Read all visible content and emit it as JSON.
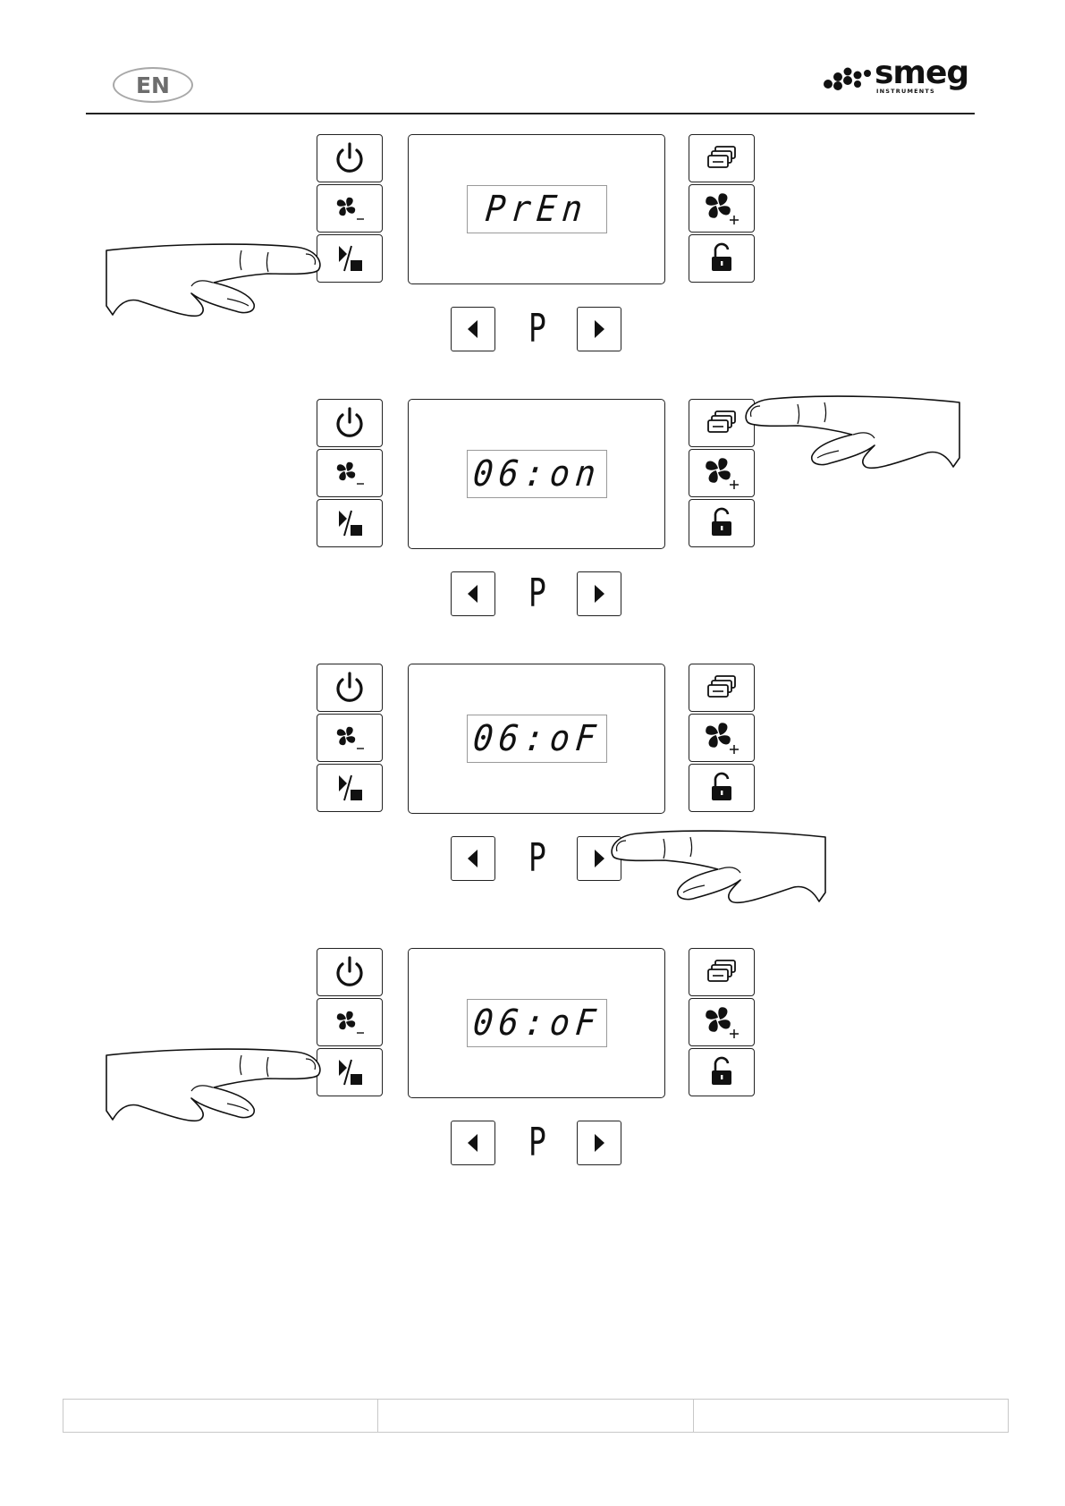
{
  "header": {
    "language": "EN",
    "brand": {
      "name": "smeg",
      "tagline": "INSTRUMENTS"
    }
  },
  "panels": [
    {
      "display": "PrEn",
      "program": "P",
      "pressed": "start-stop"
    },
    {
      "display": "06:on",
      "program": "P",
      "pressed": "program-menu"
    },
    {
      "display": "06:oF",
      "program": "P",
      "pressed": "next"
    },
    {
      "display": "06:oF",
      "program": "P",
      "pressed": "start-stop"
    }
  ],
  "icons": {
    "left_column": [
      "power-icon",
      "fan-minus-icon",
      "start-stop-icon"
    ],
    "right_column": [
      "program-menu-icon",
      "fan-plus-icon",
      "unlock-icon"
    ],
    "nav": [
      "arrow-left-icon",
      "arrow-right-icon"
    ],
    "pointer": "pointing-hand-icon"
  },
  "colors": {
    "ink": "#111111",
    "badge_border": "#a8a8a8",
    "badge_text": "#6d6d6d",
    "footer_border": "#c8c8c8"
  },
  "footer": {
    "cells": [
      "",
      "",
      ""
    ]
  }
}
